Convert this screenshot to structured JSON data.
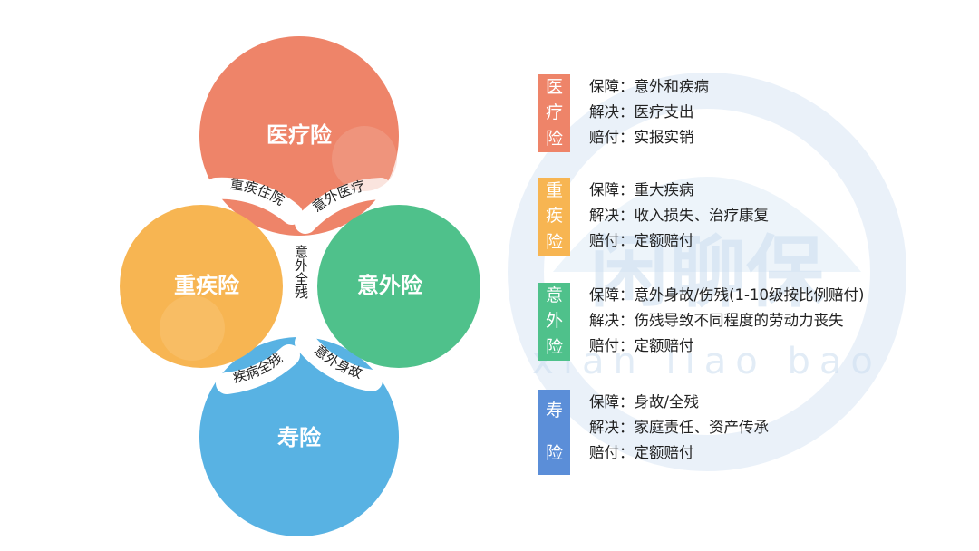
{
  "watermark": {
    "logo_text": "闲聊保",
    "pinyin": "xian liao bao",
    "color": "#cfe0f1"
  },
  "circles": [
    {
      "id": "medical",
      "label": "医疗险",
      "color": "#ee8469"
    },
    {
      "id": "critical",
      "label": "重疾险",
      "color": "#f7b552"
    },
    {
      "id": "accident",
      "label": "意外险",
      "color": "#4fc18b"
    },
    {
      "id": "life",
      "label": "寿险",
      "color": "#58b2e3"
    }
  ],
  "overlaps": {
    "medical_critical": "重疾住院",
    "medical_accident": "意外医疗",
    "critical_accident": "意外全残",
    "critical_life": "疾病全残",
    "accident_life": "意外身故"
  },
  "panels": [
    {
      "tag_chars": [
        "医",
        "疗",
        "险"
      ],
      "color": "#ee8469",
      "lines": [
        "保障：意外和疾病",
        "解决：医疗支出",
        "赔付：实报实销"
      ]
    },
    {
      "tag_chars": [
        "重",
        "疾",
        "险"
      ],
      "color": "#f7b552",
      "lines": [
        "保障：重大疾病",
        "解决：收入损失、治疗康复",
        "赔付：定额赔付"
      ]
    },
    {
      "tag_chars": [
        "意",
        "外",
        "险"
      ],
      "color": "#4fc18b",
      "lines": [
        "保障：意外身故/伤残(1-10级按比例赔付)",
        "解决：伤残导致不同程度的劳动力丧失",
        "赔付：定额赔付"
      ]
    },
    {
      "tag_chars": [
        "寿",
        "险"
      ],
      "color": "#5b8ed8",
      "lines": [
        "保障：身故/全残",
        "解决：家庭责任、资产传承",
        "赔付：定额赔付"
      ]
    }
  ]
}
